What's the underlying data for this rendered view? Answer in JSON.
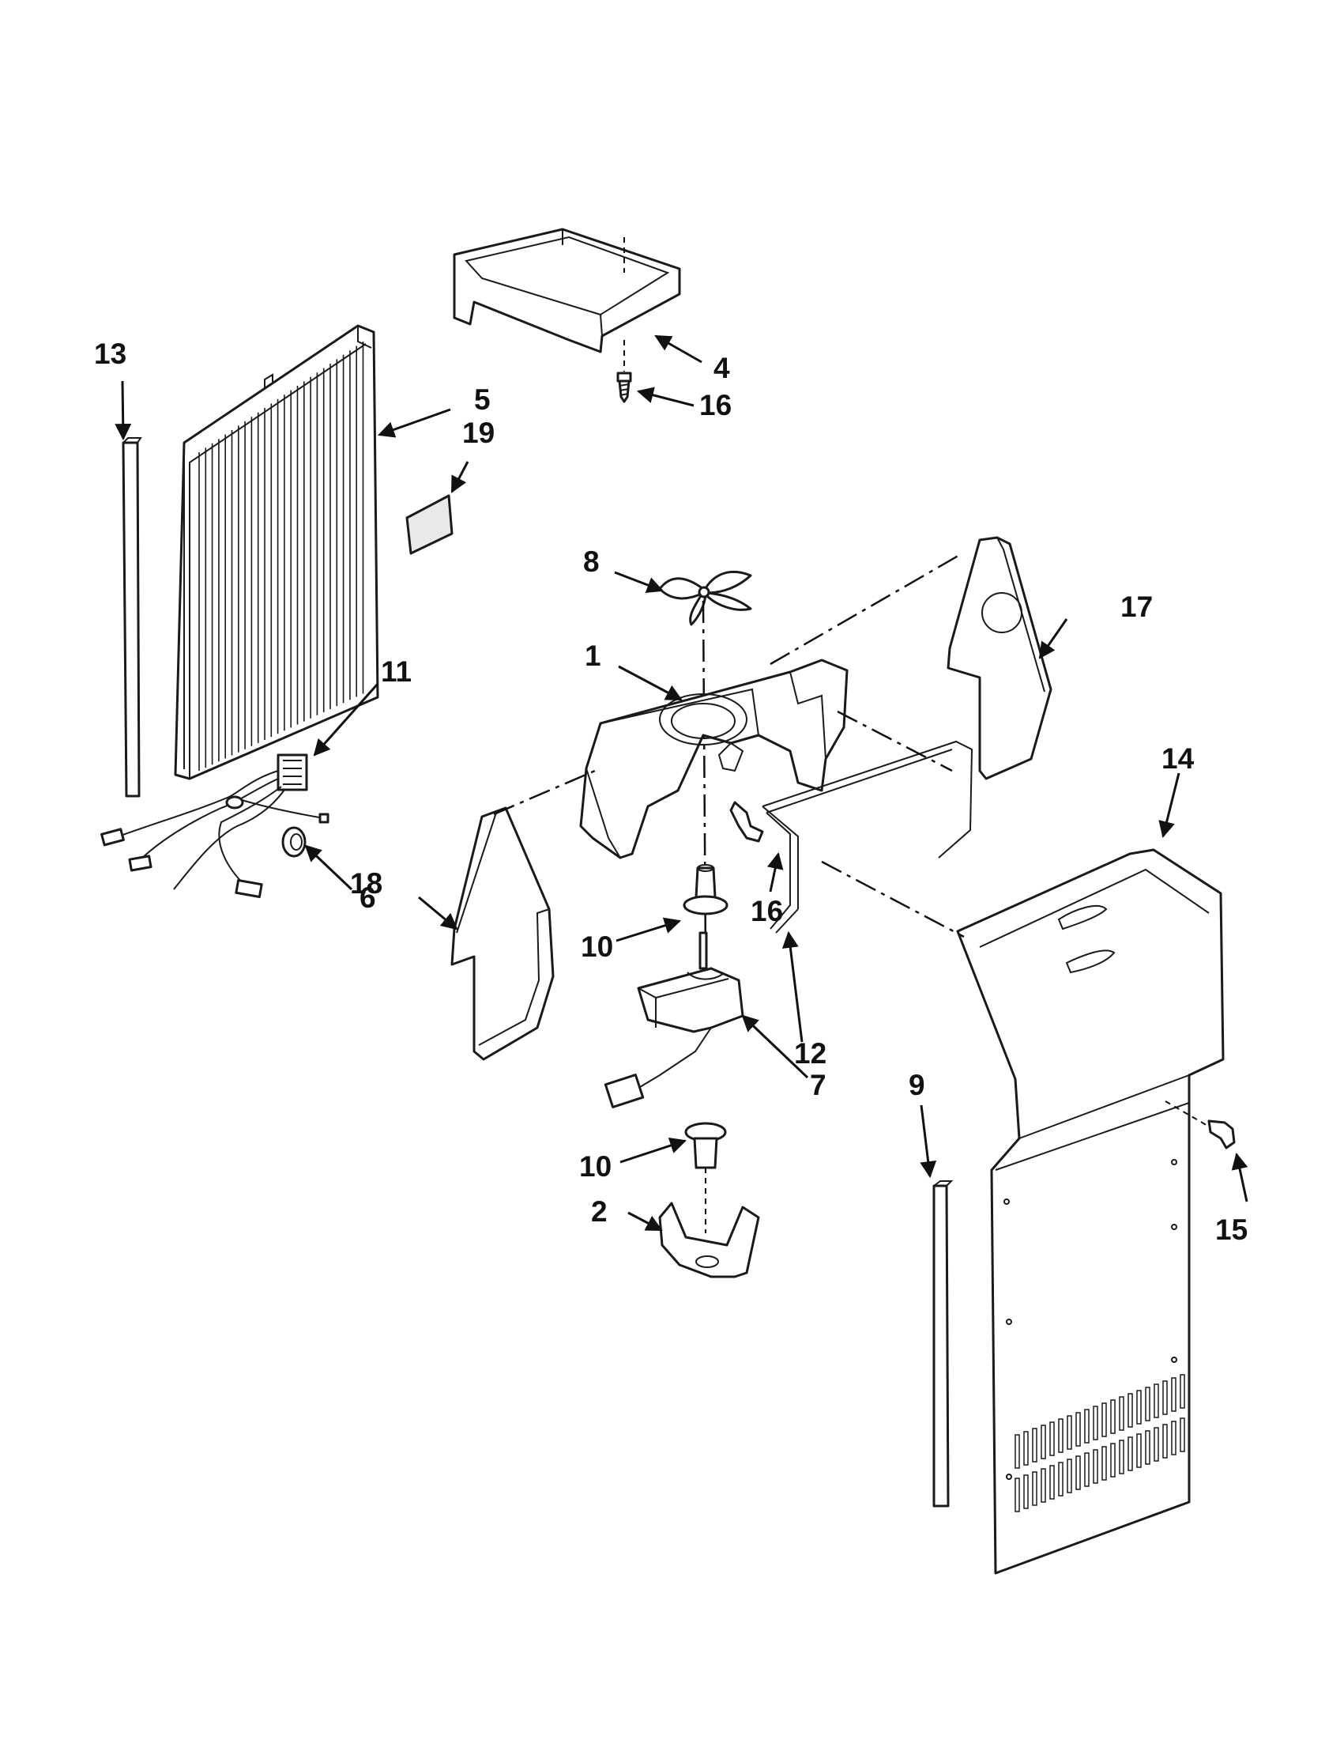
{
  "callouts": {
    "c1": "1",
    "c2": "2",
    "c4": "4",
    "c5": "5",
    "c6": "6",
    "c7": "7",
    "c8": "8",
    "c9": "9",
    "c10a": "10",
    "c10b": "10",
    "c11": "11",
    "c12": "12",
    "c13": "13",
    "c14": "14",
    "c15": "15",
    "c16a": "16",
    "c16b": "16",
    "c17": "17",
    "c18": "18",
    "c19": "19"
  },
  "colors": {
    "line": "#1a1a1a",
    "fill": "#ffffff",
    "shade": "#e9e9e9"
  }
}
